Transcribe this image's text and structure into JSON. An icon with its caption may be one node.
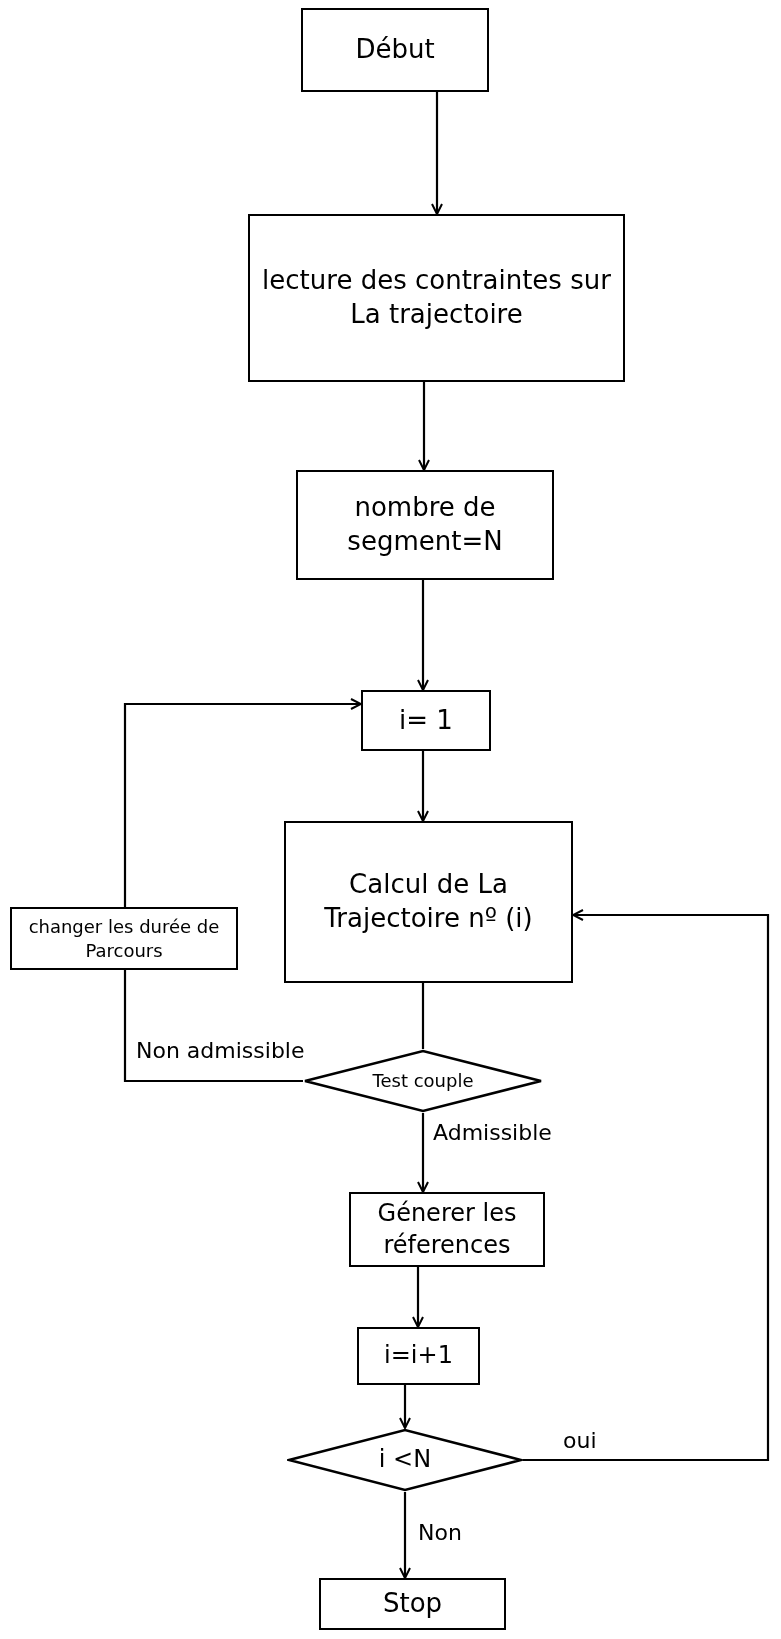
{
  "diagram": {
    "nodes": [
      {
        "text": [
          "Début"
        ]
      },
      {
        "text": [
          "lecture des contraintes sur La trajectoire"
        ]
      },
      {
        "text": [
          "nombre de segment=N"
        ]
      },
      {
        "text": [
          "i= 1"
        ]
      },
      {
        "text": [
          "Calcul de La Trajectoire nº (i)"
        ]
      },
      {
        "text": [
          "changer les durée de Parcours"
        ]
      },
      {
        "text": [
          "Test couple"
        ]
      },
      {
        "text": [
          "Génerer les réferences"
        ]
      },
      {
        "text": [
          "i=i+1"
        ]
      },
      {
        "text": [
          "i <N"
        ]
      },
      {
        "text": [
          "Stop"
        ]
      }
    ],
    "edges": [
      {
        "from": 0,
        "to": 1,
        "arrow": "to"
      },
      {
        "from": 1,
        "to": 2,
        "arrow": "to"
      },
      {
        "from": 2,
        "to": 3,
        "arrow": "to"
      },
      {
        "from": 3,
        "to": 4,
        "arrow": "to"
      },
      {
        "from": 4,
        "to": 6,
        "arrow": "none"
      },
      {
        "from": 6,
        "to": 7,
        "arrow": "to",
        "label": "Admissible"
      },
      {
        "from": 7,
        "to": 8,
        "arrow": "to"
      },
      {
        "from": 8,
        "to": 9,
        "arrow": "to"
      },
      {
        "from": 9,
        "to": 10,
        "arrow": "to",
        "label": "Non"
      },
      {
        "from": 9,
        "to": 4,
        "arrow": "to",
        "label": "oui"
      },
      {
        "from": 6,
        "to": 5,
        "arrow": "none",
        "label": "Non admissible"
      },
      {
        "from": 5,
        "to": 3,
        "arrow": "to"
      }
    ]
  }
}
